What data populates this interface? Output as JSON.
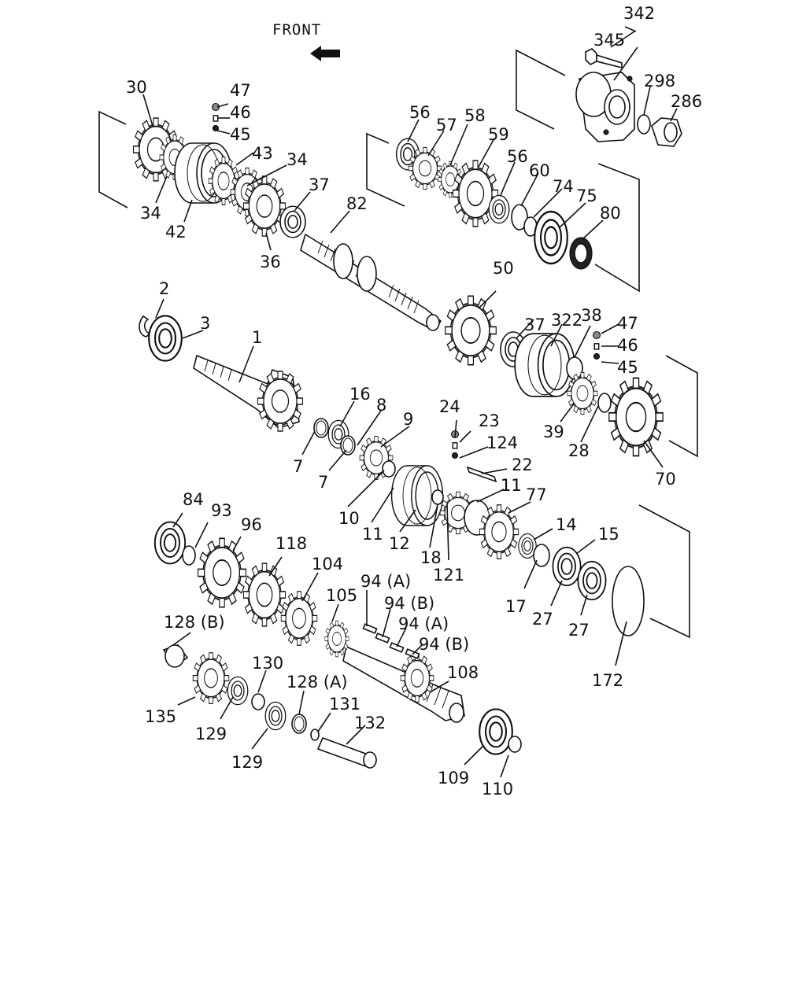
{
  "front_label": "FRONT",
  "labels": [
    "342",
    "345",
    "298",
    "286",
    "30",
    "47",
    "46",
    "45",
    "43",
    "34",
    "34",
    "42",
    "37",
    "36",
    "82",
    "56",
    "57",
    "58",
    "59",
    "56",
    "60",
    "74",
    "75",
    "80",
    "2",
    "3",
    "1",
    "50",
    "37",
    "322",
    "38",
    "47",
    "46",
    "45",
    "39",
    "28",
    "70",
    "16",
    "8",
    "9",
    "7",
    "7",
    "10",
    "11",
    "11",
    "12",
    "18",
    "24",
    "23",
    "124",
    "22",
    "11",
    "77",
    "121",
    "14",
    "15",
    "17",
    "27",
    "27",
    "172",
    "84",
    "93",
    "96",
    "118",
    "104",
    "94 (A)",
    "94 (B)",
    "94 (A)",
    "94 (B)",
    "105",
    "128 (B)",
    "130",
    "128 (A)",
    "108",
    "135",
    "129",
    "129",
    "131",
    "132",
    "109",
    "110"
  ]
}
